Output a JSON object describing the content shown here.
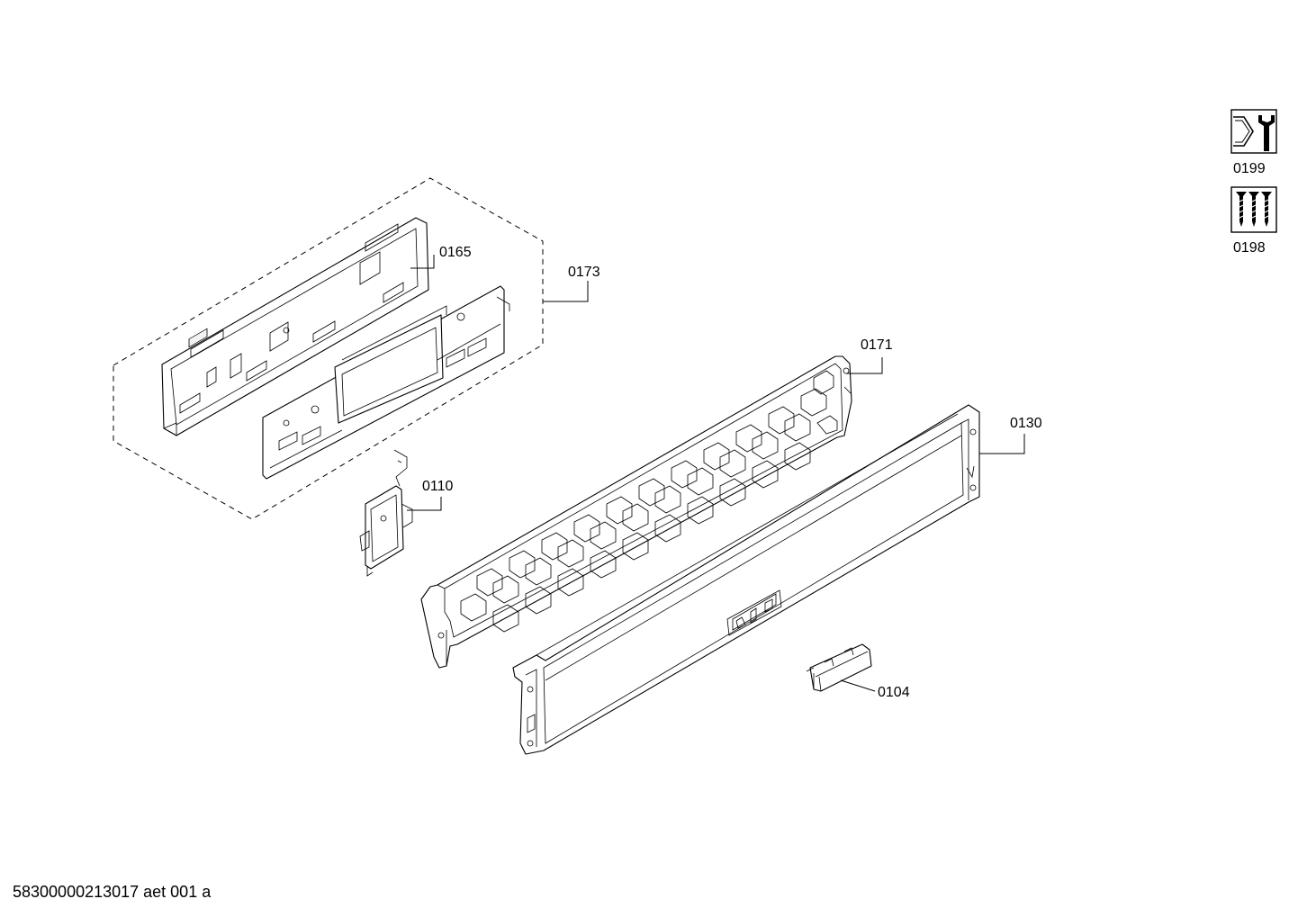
{
  "diagram": {
    "callouts": {
      "p0165": "0165",
      "p0173": "0173",
      "p0171": "0171",
      "p0130": "0130",
      "p0110": "0110",
      "p0104": "0104"
    },
    "tool_icons": [
      {
        "icon": "wrench-icon",
        "label": "0199"
      },
      {
        "icon": "screws-icon",
        "label": "0198"
      }
    ]
  },
  "footer": {
    "document_code": "58300000213017 aet 001 a"
  }
}
